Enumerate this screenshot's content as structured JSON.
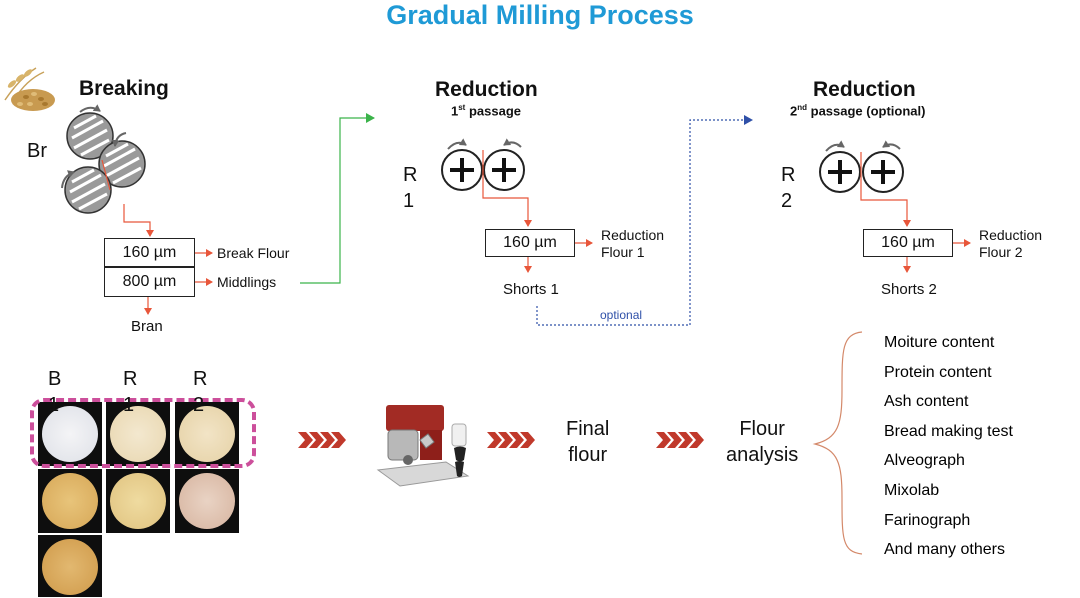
{
  "title": "Gradual Milling Process",
  "breaking": {
    "heading": "Breaking",
    "roll_label": "Br",
    "sieve_top": "160 µm",
    "sieve_bottom": "800 µm",
    "out_top": "Break Flour",
    "out_bottom": "Middlings",
    "out_residue": "Bran"
  },
  "reduction1": {
    "heading": "Reduction",
    "passage_ordinal": "1",
    "passage_suffix": "st",
    "passage_text": " passage",
    "roll_label_line1": "R",
    "roll_label_line2": "1",
    "sieve": "160 µm",
    "out_line1": "Reduction",
    "out_line2": "Flour 1",
    "residue": "Shorts 1"
  },
  "reduction2": {
    "heading": "Reduction",
    "passage_ordinal": "2",
    "passage_suffix": "nd",
    "passage_text": " passage (optional)",
    "roll_label_line1": "R",
    "roll_label_line2": "2",
    "sieve": "160 µm",
    "out_line1": "Reduction",
    "out_line2": "Flour 2",
    "residue": "Shorts 2"
  },
  "optional_label": "optional",
  "samples": {
    "col_labels": [
      {
        "line1": "B",
        "line2": "1"
      },
      {
        "line1": "R",
        "line2": "1"
      },
      {
        "line1": "R",
        "line2": "2"
      }
    ],
    "highlight_color": "#cc4f9b"
  },
  "final_flour": {
    "line1": "Final",
    "line2": "flour"
  },
  "flour_analysis": {
    "line1": "Flour",
    "line2": "analysis"
  },
  "analyses": [
    "Moiture content",
    "Protein content",
    "Ash content",
    "Bread making test",
    "Alveograph",
    "Mixolab",
    "Farinograph",
    "And many others"
  ],
  "colors": {
    "title": "#1f9ad6",
    "arrow_orange": "#e8563a",
    "arrow_green": "#3bb34a",
    "arrow_blue": "#2f50a8",
    "chevron": "#c0392b",
    "bracket": "#d4896a"
  }
}
